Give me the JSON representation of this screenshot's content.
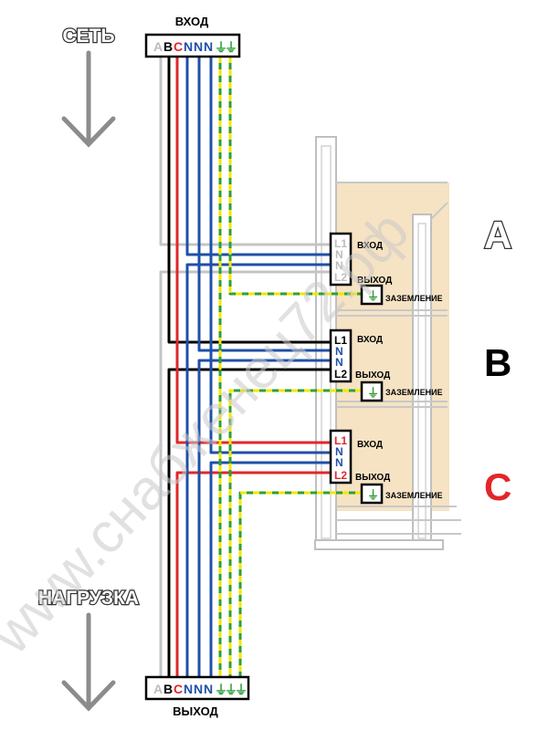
{
  "watermark": "www.снабженец72.рф",
  "top": {
    "network_label": "СЕТЬ",
    "terminal_caption": "ВХОД",
    "terminal": [
      {
        "text": "A",
        "color": "#bdbdbd"
      },
      {
        "text": "B",
        "color": "#000000"
      },
      {
        "text": "C",
        "color": "#e2262a"
      },
      {
        "text": "N",
        "color": "#1f4fa8"
      },
      {
        "text": "N",
        "color": "#1f4fa8"
      },
      {
        "text": "N",
        "color": "#1f4fa8"
      },
      {
        "text": "⏚",
        "color": "#2e9e3a"
      },
      {
        "text": "⏚",
        "color": "#2e9e3a"
      }
    ]
  },
  "bottom": {
    "load_label": "НАГРУЗКА",
    "terminal_caption": "ВЫХОД",
    "terminal": [
      {
        "text": "A",
        "color": "#bdbdbd"
      },
      {
        "text": "B",
        "color": "#000000"
      },
      {
        "text": "C",
        "color": "#e2262a"
      },
      {
        "text": "N",
        "color": "#1f4fa8"
      },
      {
        "text": "N",
        "color": "#1f4fa8"
      },
      {
        "text": "N",
        "color": "#1f4fa8"
      },
      {
        "text": "⏚",
        "color": "#2e9e3a"
      },
      {
        "text": "⏚",
        "color": "#2e9e3a"
      },
      {
        "text": "⏚",
        "color": "#2e9e3a"
      }
    ]
  },
  "phases": [
    {
      "letter": "A",
      "letter_color": "#ffffff",
      "terminal": [
        "L1",
        "N",
        "N",
        "L2"
      ],
      "term_color": "#bdbdbd",
      "input_label": "ВХОД",
      "output_label": "ВЫХОД",
      "ground_label": "ЗАЗЕМЛЕНИЕ"
    },
    {
      "letter": "B",
      "letter_color": "#000000",
      "terminal": [
        "L1",
        "N",
        "N",
        "L2"
      ],
      "term_color": "#000000",
      "input_label": "ВХОД",
      "output_label": "ВЫХОД",
      "ground_label": "ЗАЗЕМЛЕНИЕ"
    },
    {
      "letter": "C",
      "letter_color": "#e2262a",
      "terminal": [
        "L1",
        "N",
        "N",
        "L2"
      ],
      "term_color": "#e2262a",
      "input_label": "ВХОД",
      "output_label": "ВЫХОД",
      "ground_label": "ЗАЗЕМЛЕНИЕ"
    }
  ],
  "ground_symbol": "⏚",
  "colors": {
    "phase_a": "#c4c4c4",
    "phase_b": "#000000",
    "phase_c": "#e2262a",
    "neutral": "#1f4fa8",
    "ground_green": "#2e9e3a",
    "ground_yellow": "#f2e600",
    "rack_fill": "#f6e3c4",
    "arrow": "#8c8c8c"
  }
}
